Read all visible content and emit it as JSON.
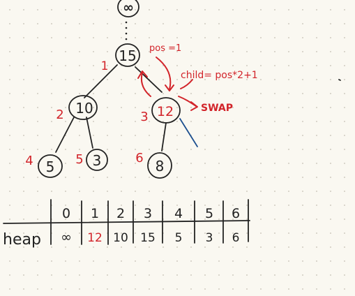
{
  "tree": {
    "root": {
      "value": "∞"
    },
    "nodes": [
      {
        "id": "n15",
        "value": "15",
        "index": "1",
        "color_value": "black"
      },
      {
        "id": "n10",
        "value": "10",
        "index": "2",
        "color_value": "black"
      },
      {
        "id": "n12",
        "value": "12",
        "index": "3",
        "color_value": "red"
      },
      {
        "id": "n5",
        "value": "5",
        "index": "4",
        "color_value": "black"
      },
      {
        "id": "n3",
        "value": "3",
        "index": "5",
        "color_value": "black"
      },
      {
        "id": "n8",
        "value": "8",
        "index": "6",
        "color_value": "black"
      }
    ]
  },
  "annotations": {
    "pos": "pos =1",
    "child": "child= pos*2+1",
    "swap": "SWAP"
  },
  "heap_table": {
    "row_label": "heap",
    "indices": [
      "0",
      "1",
      "2",
      "3",
      "4",
      "5",
      "6"
    ],
    "values": [
      "∞",
      "12",
      "10",
      "15",
      "5",
      "3",
      "6"
    ],
    "highlight_index": 1
  },
  "colors": {
    "ink": "#222222",
    "annotation": "#d2242a",
    "extra_edge": "#1c4f8f",
    "background": "#faf8f1"
  }
}
